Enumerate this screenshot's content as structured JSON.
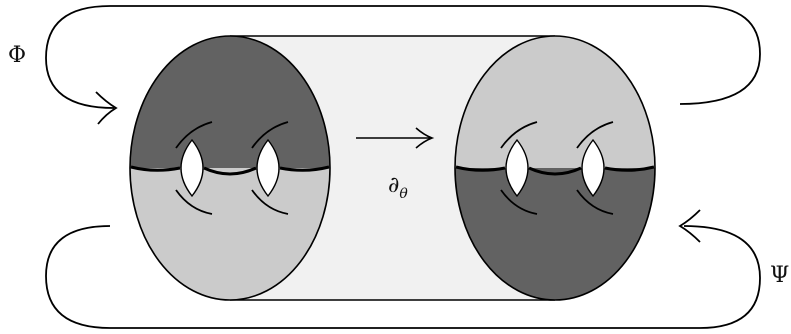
{
  "labels": {
    "phi": "Φ",
    "psi": "Ψ",
    "partial_symbol": "∂",
    "partial_subscript": "θ"
  },
  "colors": {
    "dark_gray": "#626262",
    "light_gray": "#cbcbcb",
    "tube_fill": "#f1f1f1",
    "stroke": "#000000",
    "background": "#ffffff"
  }
}
